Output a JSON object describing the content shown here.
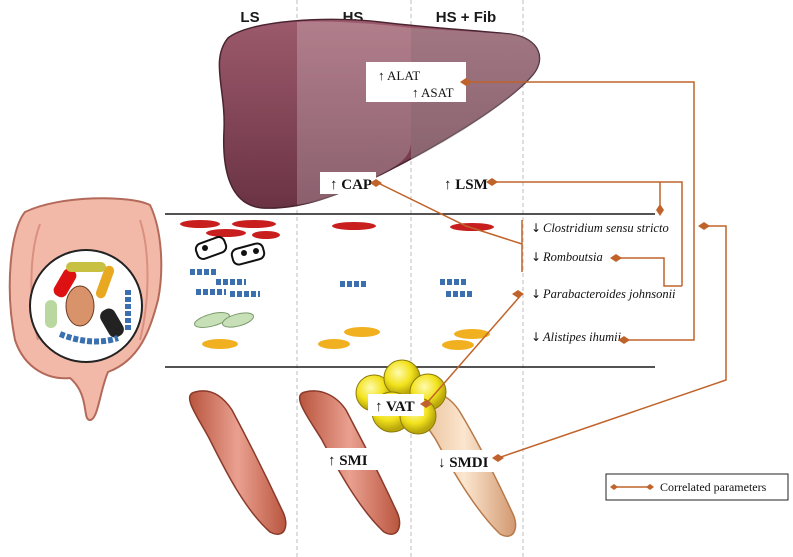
{
  "columns": {
    "ls": "LS",
    "hs": "HS",
    "hs_fib": "HS + Fib"
  },
  "liver_box": {
    "alat": "↑ ALAT",
    "asat": "↑ ASAT"
  },
  "cap": "↑ CAP",
  "lsm": "↑ LSM",
  "bacteria": {
    "b1": "Clostridium sensu stricto",
    "b2": "Romboutsia",
    "b3": "Parabacteroides johnsonii",
    "b4": "Alistipes ihumii"
  },
  "bacteria_arrow": "↓",
  "vat": "↑ VAT",
  "smi": "↑ SMI",
  "smdi": "↓ SMDI",
  "legend": {
    "label": "Correlated parameters"
  },
  "colors": {
    "connector": "#c0632a",
    "liver": "#8e4a5c",
    "muscle": "#d9806a",
    "fat": "#e8dc1a"
  }
}
